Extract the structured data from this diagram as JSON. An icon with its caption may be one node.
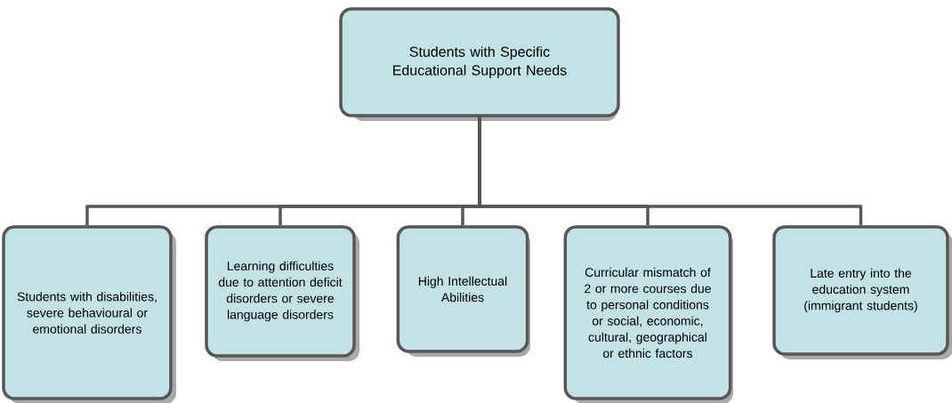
{
  "diagram": {
    "nodes": [
      {
        "text": [
          "Students with Specific Educational Support Needs"
        ]
      },
      {
        "text": [
          "Students with disabilities, severe behavioural or emotional disorders"
        ]
      },
      {
        "text": [
          "Learning difficulties due to attention deficit disorders or severe language disorders"
        ]
      },
      {
        "text": [
          "High Intellectual Abilities"
        ]
      },
      {
        "text": [
          "Curricular mismatch of 2 or more courses due to personal conditions or social, economic, cultural, geographical or ethnic factors"
        ]
      },
      {
        "text": [
          "Late entry into the education system (immigrant students)"
        ]
      }
    ],
    "edges": [
      {
        "from": 0,
        "to": 1,
        "arrow": "none"
      },
      {
        "from": 0,
        "to": 2,
        "arrow": "none"
      },
      {
        "from": 0,
        "to": 3,
        "arrow": "none"
      },
      {
        "from": 0,
        "to": 4,
        "arrow": "none"
      },
      {
        "from": 0,
        "to": 5,
        "arrow": "none"
      }
    ]
  }
}
